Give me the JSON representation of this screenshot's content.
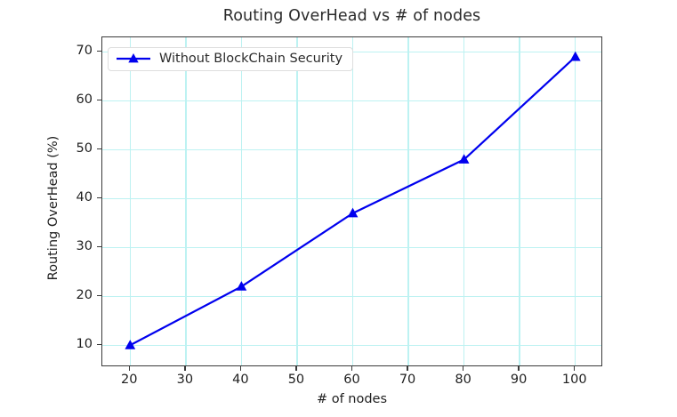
{
  "chart_data": {
    "type": "line",
    "title": "Routing OverHead vs # of nodes",
    "xlabel": "# of nodes",
    "ylabel": "Routing OverHead (%)",
    "x": [
      20,
      40,
      60,
      80,
      100
    ],
    "series": [
      {
        "name": "Without BlockChain Security",
        "values": [
          10,
          22,
          37,
          48,
          69
        ],
        "color": "#0000ee",
        "marker": "triangle-up",
        "linewidth": 2.2
      }
    ],
    "xlim": [
      15,
      105
    ],
    "ylim": [
      5.5,
      73
    ],
    "xticks": [
      20,
      30,
      40,
      50,
      60,
      70,
      80,
      90,
      100
    ],
    "xticklabels": [
      "20",
      "30",
      "40",
      "50",
      "60",
      "70",
      "80",
      "90",
      "100"
    ],
    "yticks": [
      10,
      20,
      30,
      40,
      50,
      60,
      70
    ],
    "yticklabels": [
      "10",
      "20",
      "30",
      "40",
      "50",
      "60",
      "70"
    ],
    "grid": true,
    "grid_color": "#bdf2f2",
    "legend_position": "upper left",
    "axes_facecolor": "#ffffff",
    "figure_facecolor": "#ffffff",
    "spine_color": "#3a3a3a"
  }
}
